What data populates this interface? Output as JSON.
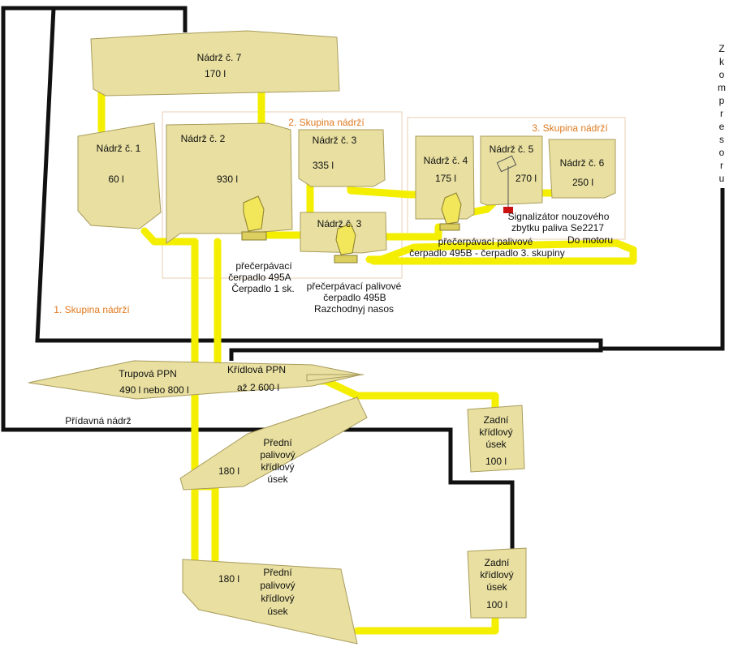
{
  "groups": {
    "g1": "1. Skupina nádrží",
    "g2": "2. Skupina nádrží",
    "g3": "3. Skupina nádrží"
  },
  "tanks": {
    "t7": {
      "name": "Nádrž č. 7",
      "vol": "170 l"
    },
    "t1": {
      "name": "Nádrž č. 1",
      "vol": "60 l"
    },
    "t2": {
      "name": "Nádrž č. 2",
      "vol": "930 l"
    },
    "t3a": {
      "name": "Nádrž č. 3",
      "vol": "335 l"
    },
    "t3b": {
      "name": "Nádrž č. 3"
    },
    "t4": {
      "name": "Nádrž č. 4",
      "vol": "175 l"
    },
    "t5": {
      "name": "Nádrž č. 5",
      "vol": "270 l"
    },
    "t6": {
      "name": "Nádrž č. 6",
      "vol": "250 l"
    }
  },
  "pumps": {
    "p495a": [
      "přečerpávací",
      "čerpadlo 495A",
      "Čerpadlo 1 sk."
    ],
    "p495b": [
      "přečerpávací palivové",
      "čerpadlo 495B",
      "Razchodnyj nasos"
    ],
    "p495b3": [
      "přečerpávací palivové",
      "čerpadlo 495B - čerpadlo 3. skupiny"
    ]
  },
  "signal": [
    "Signalizátor nouzového",
    "zbytku paliva Se2217"
  ],
  "engine": "Do motoru",
  "compressor": [
    "Z",
    "k",
    "o",
    "m",
    "p",
    "r",
    "e",
    "s",
    "o",
    "r",
    "u"
  ],
  "ppn": {
    "trup": [
      "Trupová PPN",
      "490 l nebo 800 l"
    ],
    "wing": [
      "Křídlová PPN",
      "až 2 600 l"
    ]
  },
  "extra": "Přídavná nádrž",
  "sections": {
    "front1": {
      "vol": "180 l",
      "lines": [
        "Přední",
        "palivový",
        "křídlový",
        "úsek"
      ]
    },
    "front2": {
      "vol": "180 l",
      "lines": [
        "Přední",
        "palivový",
        "křídlový",
        "úsek"
      ]
    },
    "rear1": {
      "lines": [
        "Zadní",
        "křídlový",
        "úsek"
      ],
      "vol": "100 l"
    },
    "rear2": {
      "lines": [
        "Zadní",
        "křídlový",
        "úsek"
      ],
      "vol": "100 l"
    }
  },
  "colors": {
    "tank": "#e8dfa0",
    "pipe": "#f4ee00",
    "air": "#111111",
    "group_label": "#e07a1f"
  }
}
